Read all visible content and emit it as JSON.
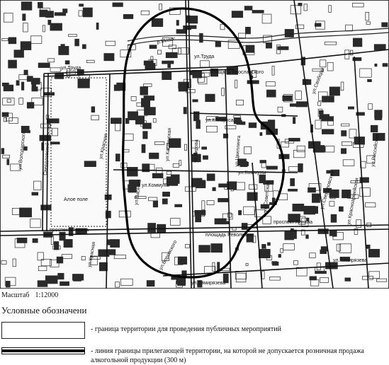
{
  "map": {
    "streets": {
      "truda_left": "ул.Труда",
      "truda_right": "ул.Труда",
      "miass_river": "р.Миасс",
      "yaroslavsky_square": "площадь Ярославского",
      "svobody": "ул.Свободы",
      "volodarskogo": "ул.Володарского",
      "sverdlovsky_prospekt": "Свердловский проспект",
      "krasnaya_top": "ул.Красная",
      "alloe_pole": "Алое поле",
      "kaslinskaya": "ул.Каслинская",
      "kirova": "ул.Кирова",
      "marksa": "ул.К.Маркса",
      "tsvillinga": "ул.Цвиллинга",
      "kommuny_left": "ул.Коммуны",
      "kommuny_right": "ул.Коммуны",
      "vasenko": "ул.Васенко",
      "sovetskaya": "ул.Советская",
      "rossiyskaya": "ул.Российская",
      "sverdlovsky_right": "ул.Свердловская",
      "krasnoarmeyskaya": "ул.Красноармейская",
      "lenina_left": "проспект Ленина",
      "lenina_right": "проспект Ленина",
      "revolution_square": "площадь Революции",
      "krasnaya_bottom": "ул.Красная",
      "vorovskogo": "ул.Воровского",
      "timiryazeva_right": "ул.Тимирязева",
      "timiryazeva_bottom": "ул.Тимирязева"
    }
  },
  "scale": {
    "label": "Масштаб",
    "value": "1:12000"
  },
  "legend": {
    "title": "Условные обозначени",
    "item1": "- граница территории для проведения публичных мероприятий",
    "item2": "- линия границы прилегающей территории, на которой не допускается розничная продажа алкогольной продукции (300 м)"
  },
  "colors": {
    "ink": "#111111",
    "paper": "#ffffff",
    "block": "#2a2a2a"
  }
}
